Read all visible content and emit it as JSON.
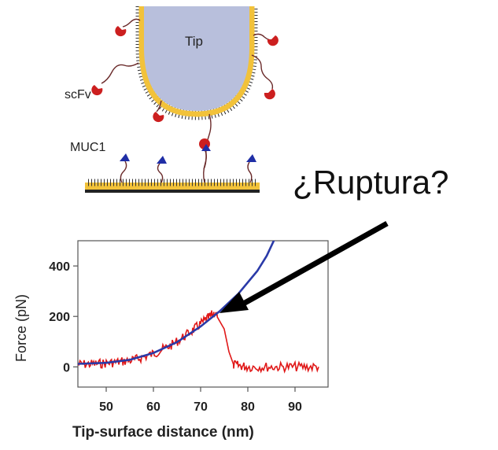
{
  "diagram": {
    "tip_label": "Tip",
    "antibody_label": "scFv",
    "antigen_label": "MUC1",
    "colors": {
      "tip_fill": "#b8bfdc",
      "gold": "#f2c23a",
      "scfv": "#cc1f1f",
      "muc1": "#1f2ea6",
      "substrate": "#222222"
    }
  },
  "annotation": {
    "text": "¿Ruptura?"
  },
  "chart_data": {
    "type": "line",
    "xlabel": "Tip-surface distance (nm)",
    "ylabel": "Force (pN)",
    "xlim": [
      44,
      97
    ],
    "ylim": [
      -80,
      500
    ],
    "x_ticks": [
      50,
      60,
      70,
      80,
      90
    ],
    "y_ticks": [
      0,
      200,
      400
    ],
    "grid": false,
    "series": [
      {
        "style": "noisy red trace",
        "color": "#e01818",
        "x": [
          44,
          48,
          52,
          56,
          60,
          64,
          68,
          71,
          73,
          75,
          76,
          77,
          80,
          85,
          90,
          95
        ],
        "y": [
          10,
          12,
          18,
          28,
          52,
          88,
          140,
          185,
          215,
          150,
          60,
          8,
          0,
          0,
          0,
          0
        ]
      },
      {
        "style": "smooth blue fit",
        "color": "#2a3aa8",
        "x": [
          44,
          50,
          55,
          60,
          65,
          70,
          74,
          78,
          82,
          84,
          86
        ],
        "y": [
          12,
          16,
          28,
          55,
          98,
          160,
          220,
          290,
          380,
          440,
          520
        ]
      }
    ]
  }
}
